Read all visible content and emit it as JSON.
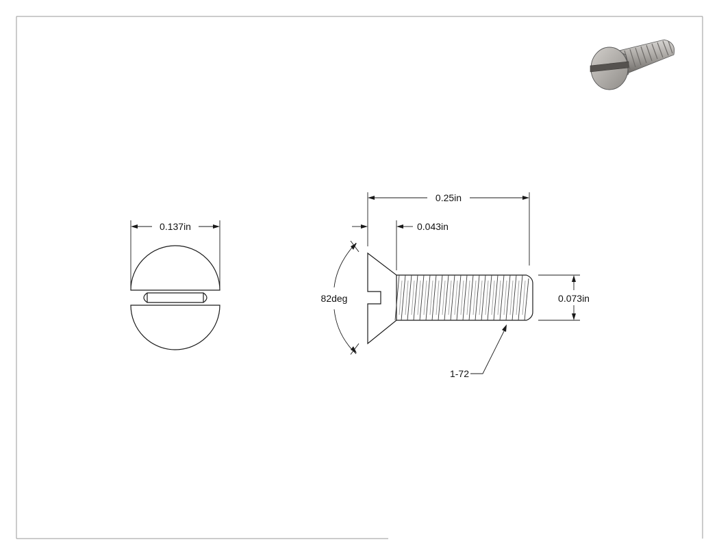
{
  "drawing": {
    "dimensions": {
      "head_diameter": "0.137in",
      "overall_length": "0.25in",
      "head_height": "0.043in",
      "head_angle": "82deg",
      "thread_diameter": "0.073in",
      "thread_callout": "1-72"
    },
    "colors": {
      "line": "#1a1a1a",
      "iso_light": "#c9c6c2",
      "iso_mid": "#9a9793",
      "iso_dark": "#5e5b58"
    },
    "isometric_view": {
      "icon": "slotted-flat-head-screw-icon"
    }
  }
}
